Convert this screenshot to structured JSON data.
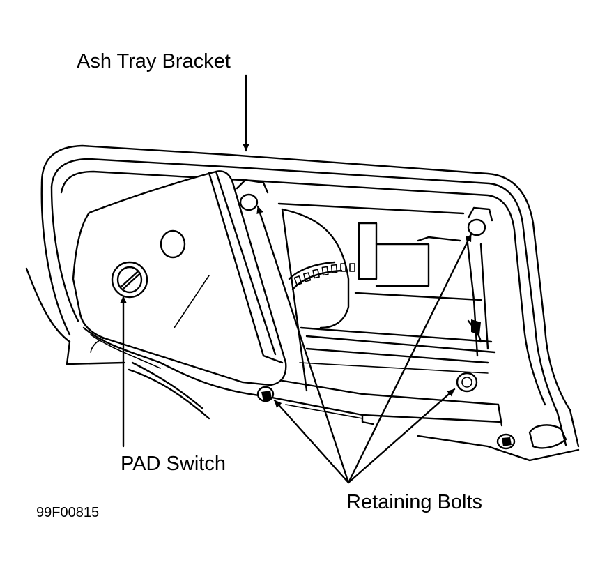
{
  "labels": {
    "ash_tray_bracket": "Ash Tray Bracket",
    "pad_switch": "PAD Switch",
    "retaining_bolts": "Retaining Bolts",
    "figure_id": "99F00815"
  },
  "colors": {
    "ink": "#000000",
    "background": "#ffffff"
  }
}
